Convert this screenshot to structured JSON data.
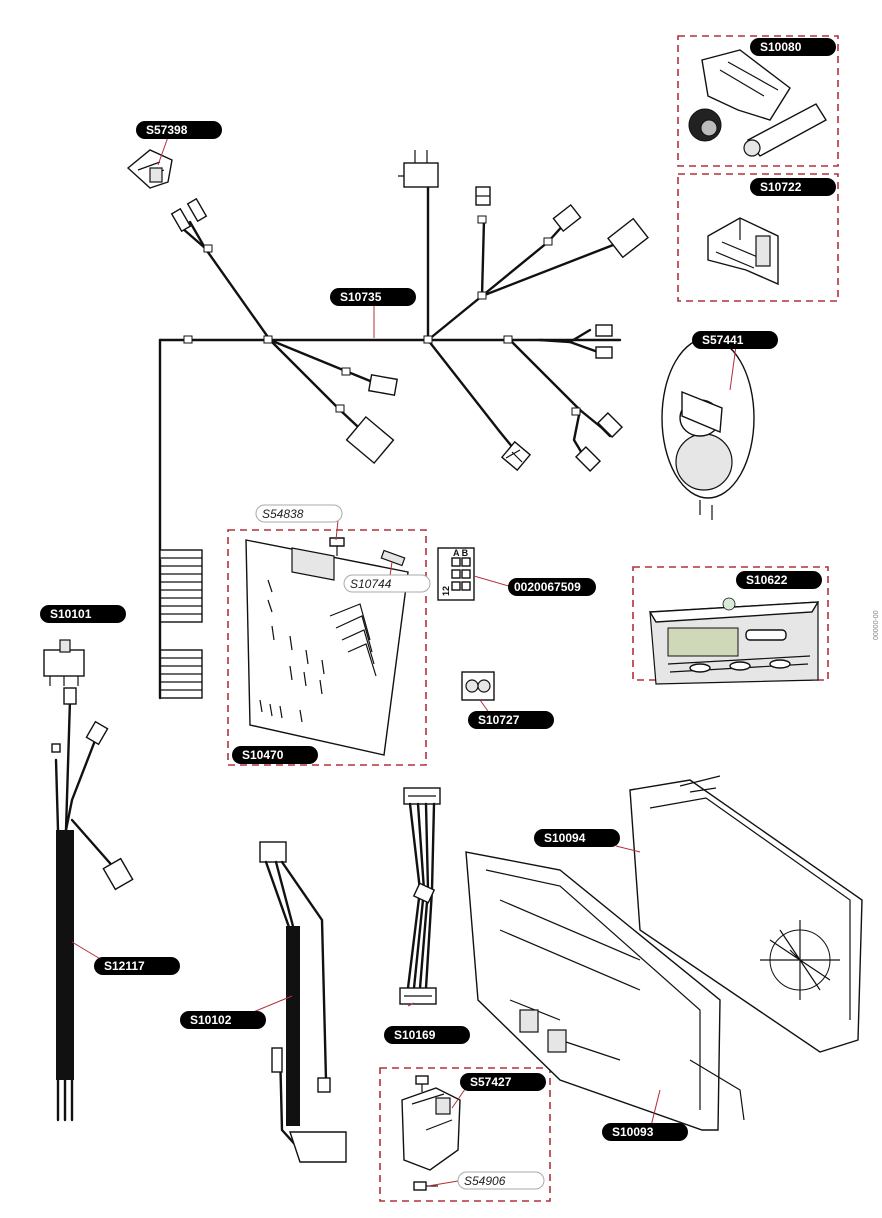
{
  "labels": {
    "S10080": "S10080",
    "S10722": "S10722",
    "S57398": "S57398",
    "S10735": "S10735",
    "S57441": "S57441",
    "S54838": "S54838",
    "S10744": "S10744",
    "part_0020067509": "0020067509",
    "S10101": "S10101",
    "S10622": "S10622",
    "S10727": "S10727",
    "S10470": "S10470",
    "S10094": "S10094",
    "S12117": "S12117",
    "S10102": "S10102",
    "S10169": "S10169",
    "S57427": "S57427",
    "S10093": "S10093",
    "S54906": "S54906"
  },
  "connector_markings": {
    "header": "A B",
    "row": "12"
  },
  "side_note": "00000-00",
  "colors": {
    "label_fill": "#000000",
    "label_text": "#ffffff",
    "dashed_border": "#b0303a",
    "line": "#111111"
  }
}
